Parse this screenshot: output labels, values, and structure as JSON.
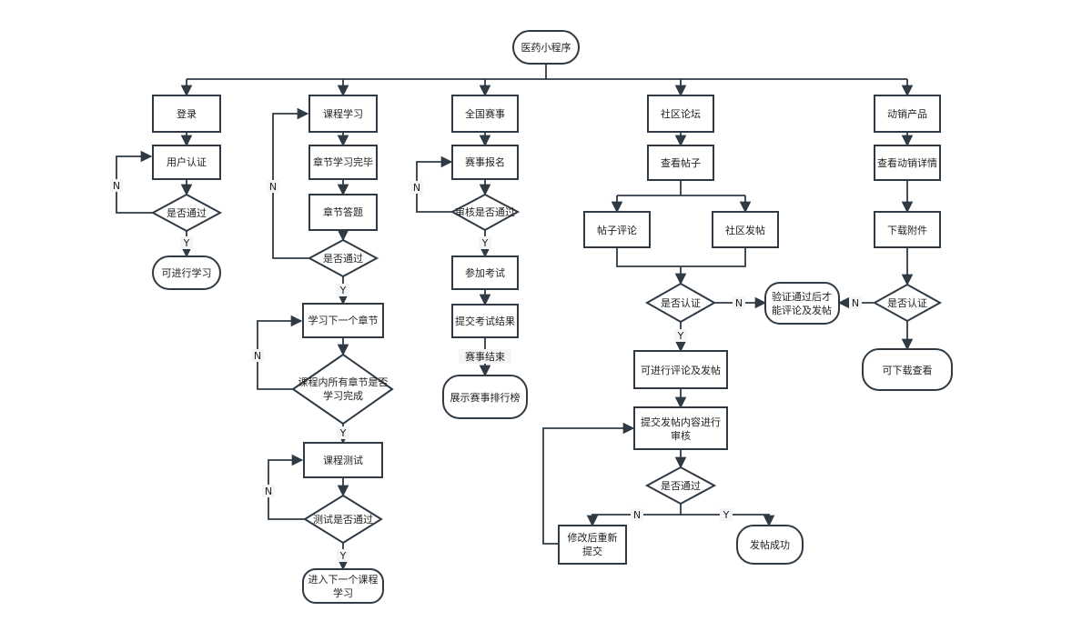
{
  "nodes": {
    "root": "医药小程序",
    "login": "登录",
    "user_auth": "用户认证",
    "login_pass": "是否通过",
    "can_learn": "可进行学习",
    "course": "课程学习",
    "chapter_done": "章节学习完毕",
    "chapter_quiz": "章节答题",
    "course_pass": "是否通过",
    "next_chapter": "学习下一个章节",
    "all_chapters": [
      "课程内所有章节是否",
      "学习完成"
    ],
    "course_test": "课程测试",
    "test_pass": "测试是否通过",
    "next_course": [
      "进入下一个课程",
      "学习"
    ],
    "contest": "全国赛事",
    "signup": "赛事报名",
    "review": "审核是否通过",
    "exam": "参加考试",
    "submit_result": "提交考试结果",
    "contest_end": "赛事结束",
    "ranking": "展示赛事排行榜",
    "forum": "社区论坛",
    "view_posts": "查看帖子",
    "comment": "帖子评论",
    "post": "社区发帖",
    "forum_auth": "是否认证",
    "verify_note": [
      "验证通过后才",
      "能评论及发帖"
    ],
    "can_post": "可进行评论及发帖",
    "submit_post": [
      "提交发帖内容进行",
      "审核"
    ],
    "post_pass": "是否通过",
    "revise": [
      "修改后重新",
      "提交"
    ],
    "post_success": "发帖成功",
    "product": "动销产品",
    "view_product": "查看动销详情",
    "download": "下载附件",
    "product_auth": "是否认证",
    "can_download": "可下载查看"
  },
  "edge_labels": {
    "yes": "Y",
    "no": "N"
  }
}
